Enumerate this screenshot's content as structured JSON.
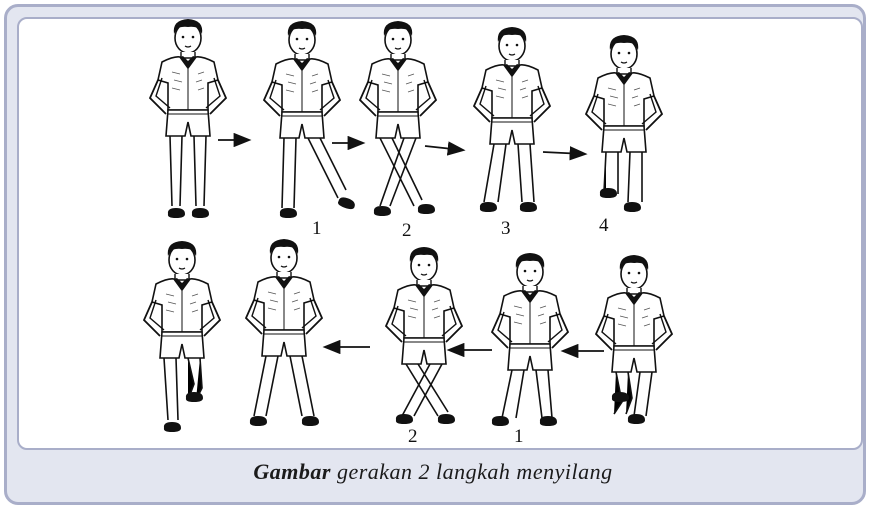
{
  "caption": {
    "bold": "Gambar",
    "text": " gerakan 2 langkah menyilang"
  },
  "row1_labels": [
    "1",
    "2",
    "3",
    "4"
  ],
  "row2_labels": [
    "2",
    "1"
  ],
  "colors": {
    "frame_border": "#a9aec9",
    "frame_fill": "#e3e6f0",
    "ink": "#111111",
    "shirt_shade": "#b9b9b9"
  },
  "icons": {
    "arrow_right": "arrow-right-icon",
    "arrow_left": "arrow-left-icon"
  }
}
